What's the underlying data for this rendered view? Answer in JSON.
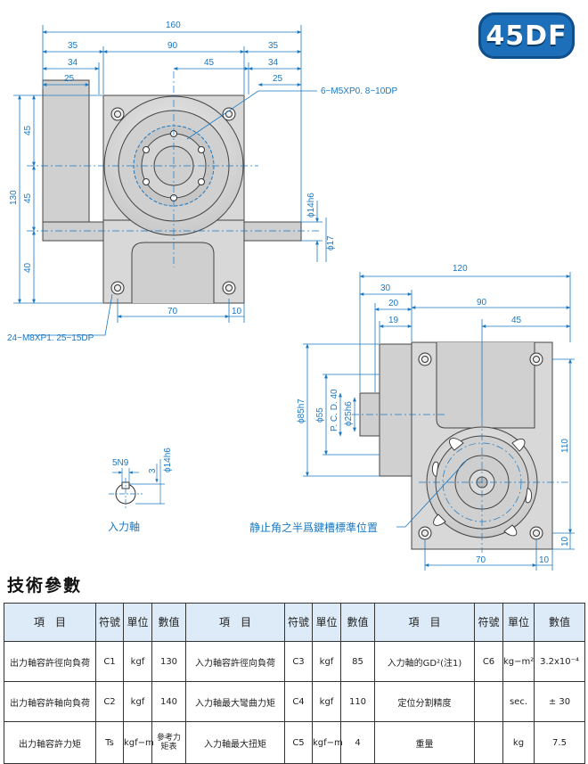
{
  "model": "45DF",
  "section_title": "技術參數",
  "dims": {
    "d160": "160",
    "d35a": "35",
    "d90a": "90",
    "d35b": "35",
    "d34a": "34",
    "d45a": "45",
    "d34b": "34",
    "d25a": "25",
    "d25b": "25",
    "tap_top": "6−M5XP0. 8−10DP",
    "d45v1": "45",
    "d45v2": "45",
    "d130": "130",
    "d40": "40",
    "phi14h6": "ϕ14h6",
    "phi17": "ϕ17",
    "d70a": "70",
    "d10a": "10",
    "tap_bottom": "24−M8XP1. 25−15DP",
    "d120": "120",
    "d30": "30",
    "d90b": "90",
    "d20": "20",
    "d19": "19",
    "d45b": "45",
    "phi85h7": "ϕ85h7",
    "phi55": "ϕ55",
    "pcd40": "P. C. D. 40",
    "phi25h6": "ϕ25h6",
    "d110": "110",
    "d10v": "10",
    "d70b": "70",
    "d10b": "10",
    "key_5n9": "5N9",
    "key_3": "3",
    "key_phi14h6": "ϕ14h6",
    "input_shaft": "入力軸",
    "keyway_note": "静止角之半爲鍵槽標準位置"
  },
  "table": {
    "headers": {
      "item1": "項　目",
      "sym1": "符號",
      "unit1": "單位",
      "val1": "數值",
      "item2": "項　目",
      "sym2": "符號",
      "unit2": "單位",
      "val2": "數值",
      "item3": "項　目",
      "sym3": "符號",
      "unit3": "單位",
      "val3": "數值"
    },
    "rows": [
      {
        "item1": "出力軸容許徑向負荷",
        "sym1": "C1",
        "unit1": "kgf",
        "val1": "130",
        "item2": "入力軸容許徑向負荷",
        "sym2": "C3",
        "unit2": "kgf",
        "val2": "85",
        "item3": "入力軸的GD²(注1)",
        "sym3": "C6",
        "unit3": "kg−m²",
        "val3": "3.2x10⁻⁴"
      },
      {
        "item1": "出力軸容許軸向負荷",
        "sym1": "C2",
        "unit1": "kgf",
        "val1": "140",
        "item2": "入力軸最大彎曲力矩",
        "sym2": "C4",
        "unit2": "kgf",
        "val2": "110",
        "item3": "定位分割精度",
        "sym3": "",
        "unit3": "sec.",
        "val3": "± 30"
      },
      {
        "item1": "出力軸容許力矩",
        "sym1": "Ts",
        "unit1": "kgf−m",
        "val1": "參考力矩表",
        "item2": "入力軸最大扭矩",
        "sym2": "C5",
        "unit2": "kgf−m",
        "val2": "4",
        "item3": "重量",
        "sym3": "",
        "unit3": "kg",
        "val3": "7.5"
      }
    ]
  },
  "colors": {
    "dimension": "#1a78c2",
    "badge": "#1c6fb8",
    "header_fill": "#dcebf7",
    "body_fill": "#d9d9d9"
  }
}
